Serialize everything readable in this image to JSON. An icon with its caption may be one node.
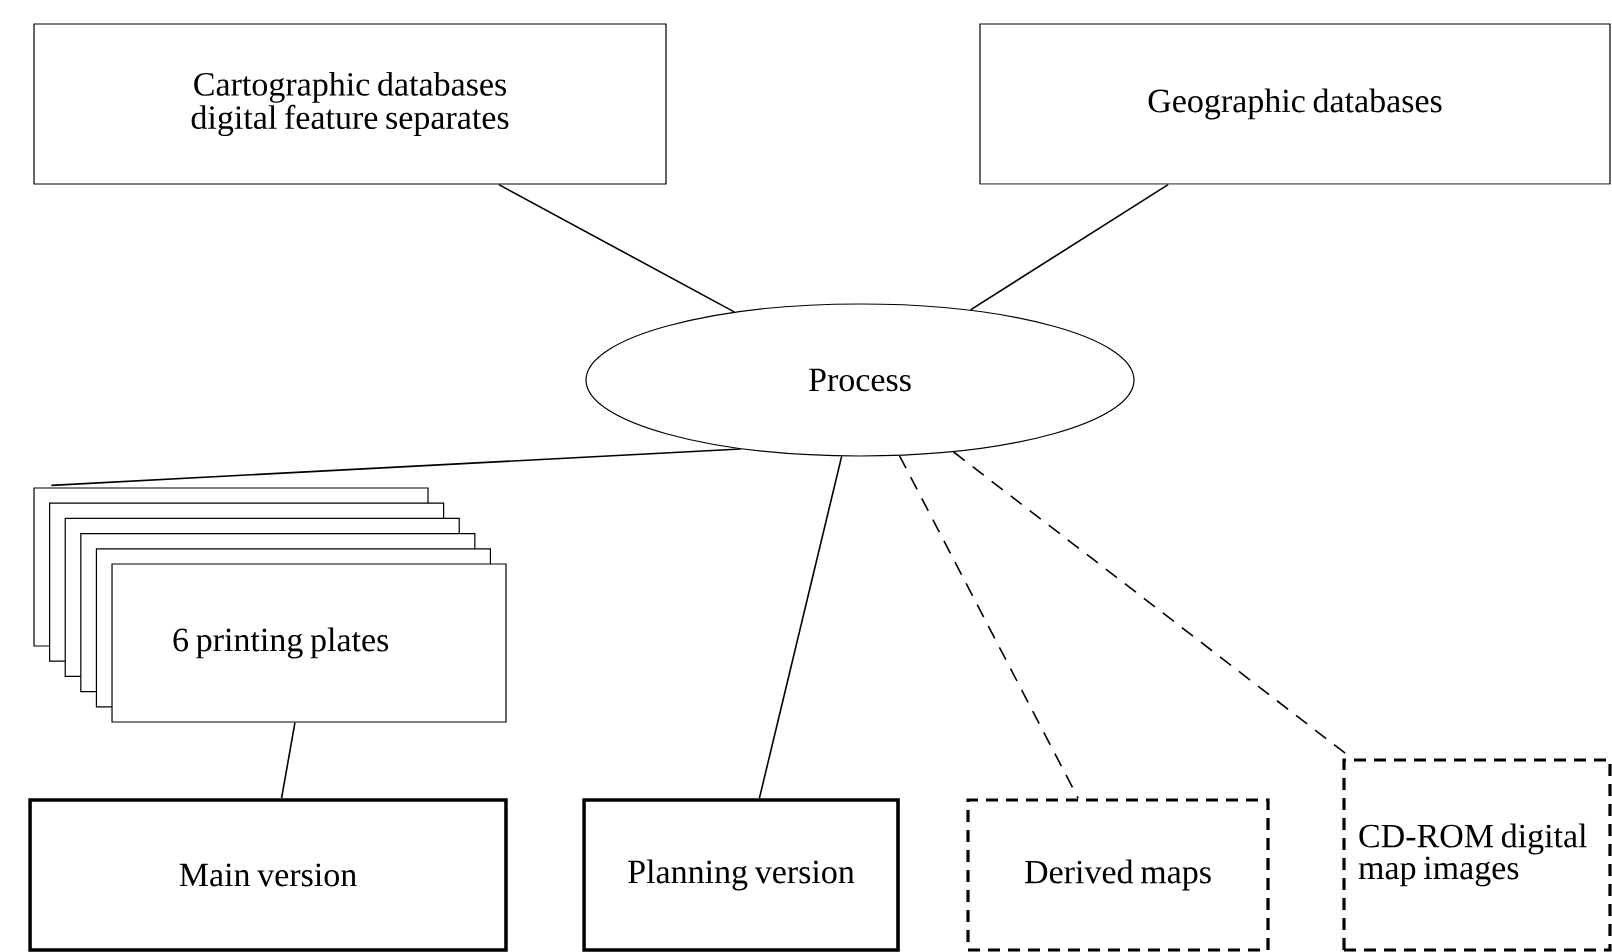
{
  "diagram": {
    "nodes": [
      {
        "text": [
          "Cartographic databases digital feature separates"
        ]
      },
      {
        "text": [
          "Geographic databases"
        ]
      },
      {
        "text": [
          "Process"
        ]
      },
      {
        "text": [
          "6 printing plates"
        ]
      },
      {
        "text": [
          "Main version"
        ]
      },
      {
        "text": [
          "Planning version"
        ]
      },
      {
        "text": [
          "Derived maps"
        ]
      },
      {
        "text": [
          "CD-ROM digital map images"
        ]
      }
    ],
    "edges": [
      {
        "from": 0,
        "to": 2,
        "arrow": "none"
      },
      {
        "from": 1,
        "to": 2,
        "arrow": "none"
      },
      {
        "from": 2,
        "to": 3,
        "arrow": "none"
      },
      {
        "from": 3,
        "to": 4,
        "arrow": "none"
      },
      {
        "from": 2,
        "to": 5,
        "arrow": "none"
      },
      {
        "from": 2,
        "to": 6,
        "arrow": "none",
        "style": "dashed"
      },
      {
        "from": 2,
        "to": 7,
        "arrow": "none",
        "style": "dashed"
      }
    ]
  }
}
